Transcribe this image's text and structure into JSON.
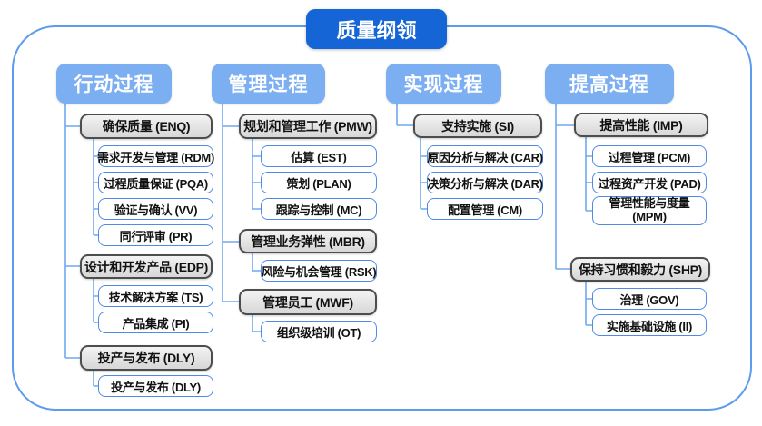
{
  "title": "质量纲领",
  "colors": {
    "central_blue": "#1565D6",
    "branch_blue": "#7CAEF2",
    "connector_blue": "#6FA8F0",
    "frame_blue": "#5D9CEC",
    "group_fill": "#E2E2E2",
    "group_border": "#4D4D4D",
    "leaf_border": "#4E8BE8"
  },
  "columns": [
    {
      "header": "行动过程",
      "groups": [
        {
          "label": "确保质量 (ENQ)",
          "children": [
            "需求开发与管理 (RDM)",
            "过程质量保证 (PQA)",
            "验证与确认 (VV)",
            "同行评审 (PR)"
          ]
        },
        {
          "label": "设计和开发产品 (EDP)",
          "children": [
            "技术解决方案 (TS)",
            "产品集成 (PI)"
          ]
        },
        {
          "label": "投产与发布 (DLY)",
          "children": [
            "投产与发布 (DLY)"
          ]
        }
      ]
    },
    {
      "header": "管理过程",
      "groups": [
        {
          "label": "规划和管理工作 (PMW)",
          "children": [
            "估算 (EST)",
            "策划 (PLAN)",
            "跟踪与控制 (MC)"
          ]
        },
        {
          "label": "管理业务弹性 (MBR)",
          "children": [
            "风险与机会管理 (RSK)"
          ]
        },
        {
          "label": "管理员工 (MWF)",
          "children": [
            "组织级培训 (OT)"
          ]
        }
      ]
    },
    {
      "header": "实现过程",
      "groups": [
        {
          "label": "支持实施 (SI)",
          "children": [
            "原因分析与解决 (CAR)",
            "决策分析与解决 (DAR)",
            "配置管理 (CM)"
          ]
        }
      ]
    },
    {
      "header": "提高过程",
      "groups": [
        {
          "label": "提高性能 (IMP)",
          "children": [
            "过程管理 (PCM)",
            "过程资产开发 (PAD)",
            "管理性能与度量 (MPM)"
          ]
        },
        {
          "label": "保持习惯和毅力 (SHP)",
          "children": [
            "治理 (GOV)",
            "实施基础设施 (II)"
          ]
        }
      ]
    }
  ]
}
